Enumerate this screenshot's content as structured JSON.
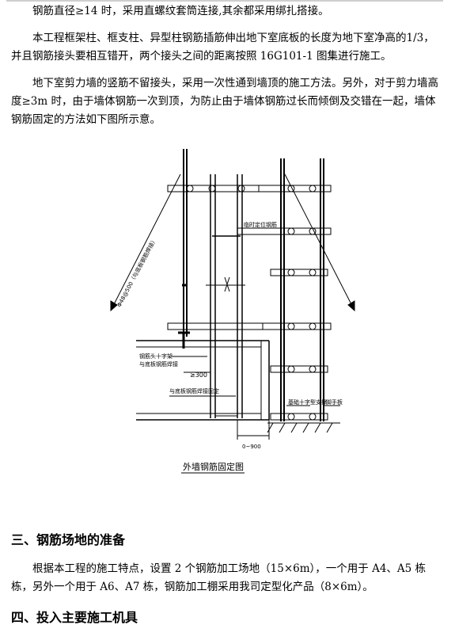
{
  "paragraphs": {
    "p1": "钢筋直径≥14 时，采用直螺纹套筒连接,其余都采用绑扎搭接。",
    "p2": "本工程框架柱、框支柱、异型柱钢筋插筋伸出地下室底板的长度为地下室净高的1/3，并且钢筋接头要相互错开，两个接头之间的距离按照 16G101-1 图集进行施工。",
    "p3": "地下室剪力墙的竖筋不留接头，采用一次性通到墙顶的施工方法。另外，对于剪力墙高度≥3m 时，由于墙体钢筋一次到顶，为防止由于墙体钢筋过长而倾倒及交错在一起，墙体钢筋固定的方法如下图所示意。",
    "p4": "根据本工程的施工特点，设置 2 个钢筋加工场地（15×6m），一个用于 A4、A5 栋栋，另外一个用于 A6、A7 栋，钢筋加工棚采用我司定型化产品（8×6m）。"
  },
  "headings": {
    "h3": "三、钢筋场地的准备",
    "h4": "四、投入主要施工机具"
  },
  "figure": {
    "caption": "外墙钢筋固定图",
    "labels": {
      "brace": "Φ48@500（与底板钢筋焊接）",
      "temp_rebar": "临时定位钢筋",
      "cross_support": "钢筋头十字架",
      "cross_support2": "与底板钢筋焊接",
      "dim_300": "≥300",
      "weld_fix": "与底板钢筋焊接固定",
      "ground_scaffold": "基础十字型支撑",
      "board": "脚手板",
      "dim_900": "0~900"
    }
  }
}
